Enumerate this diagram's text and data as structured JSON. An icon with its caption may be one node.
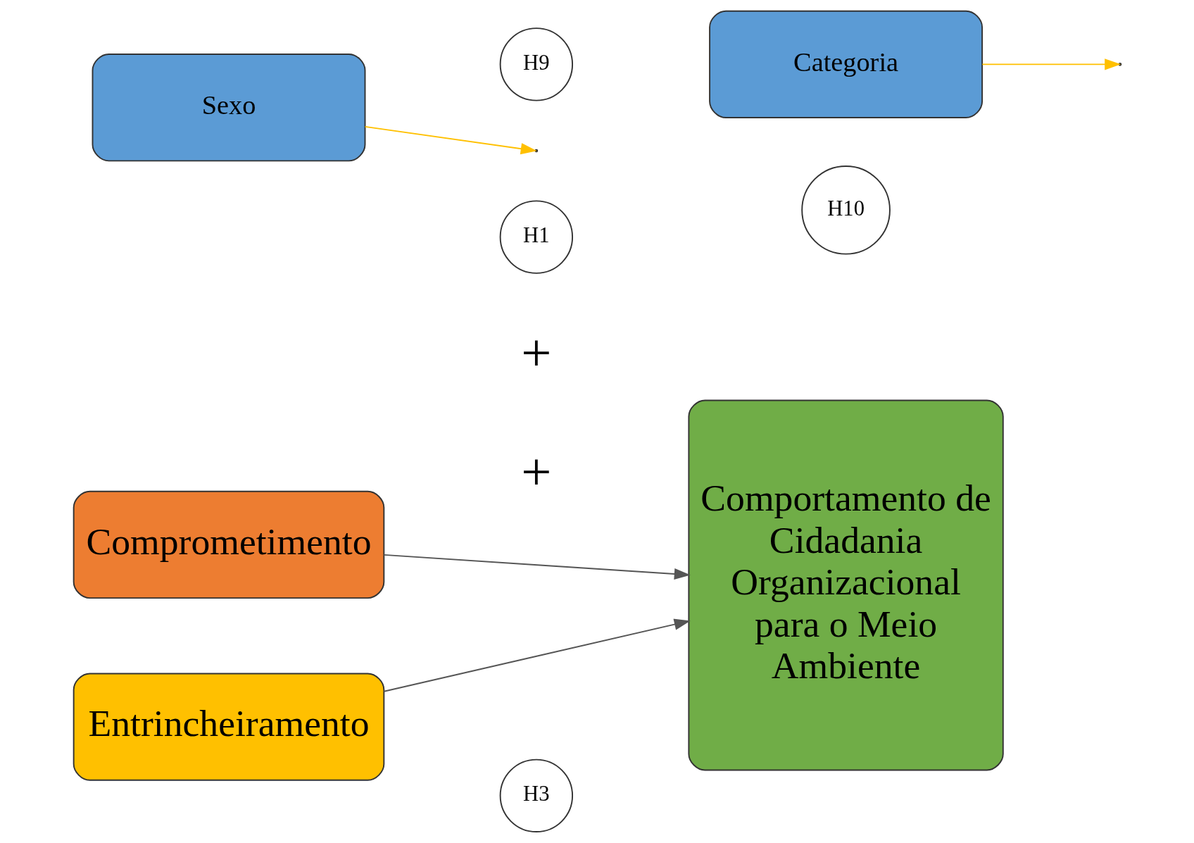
{
  "diagram": {
    "nodes": [
      {
        "text": [
          "Comprometimento"
        ]
      },
      {
        "text": [
          "H1"
        ]
      },
      {
        "text": [
          "Comportamento de Cidadania Organizacional para o Meio Ambiente"
        ]
      },
      {
        "text": [
          "Entrincheiramento"
        ]
      },
      {
        "text": [
          "H3"
        ]
      },
      {
        "text": [
          "Sexo"
        ]
      },
      {
        "text": [
          "Categoria"
        ]
      },
      {
        "text": [
          "H9"
        ]
      },
      {
        "text": [
          "H10"
        ]
      }
    ],
    "edges": [
      {
        "from": 0,
        "to": 2,
        "arrow": "to"
      },
      {
        "from": 3,
        "to": 2,
        "arrow": "to"
      },
      {
        "from": 5,
        "to": null,
        "arrow": "to",
        "color": "#ffc000"
      },
      {
        "from": 6,
        "to": null,
        "arrow": "to",
        "color": "#ffc000"
      }
    ],
    "labels": [
      "+",
      "+"
    ]
  }
}
